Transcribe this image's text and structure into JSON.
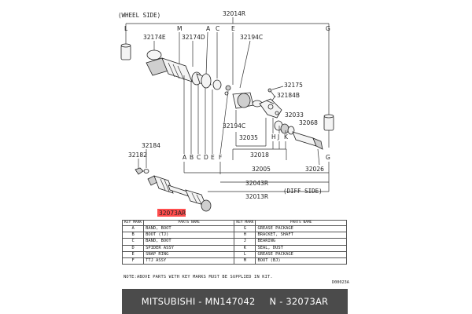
{
  "diagram": {
    "wheel_side": "(WHEEL SIDE)",
    "diff_side": "(DIFF SIDE)",
    "code": "D00023A",
    "part_numbers": {
      "p32014R": "32014R",
      "p32174E": "32174E",
      "p32174D": "32174D",
      "p32194C_top": "32194C",
      "p32194C_mid": "32194C",
      "p32175": "32175",
      "p32184B": "32184B",
      "p32033": "32033",
      "p32068": "32068",
      "p32035": "32035",
      "p32018": "32018",
      "p32005": "32005",
      "p32026": "32026",
      "p32043R": "32043R",
      "p32013R": "32013R",
      "p32184": "32184",
      "p32182": "32182",
      "p32073AR": "32073AR"
    },
    "key_letters": {
      "top_L": "L",
      "top_M": "M",
      "top_A": "A",
      "top_C": "C",
      "top_E": "E",
      "top_G": "G",
      "mid_H": "H",
      "mid_J": "J",
      "mid_K": "K",
      "bot_A": "A",
      "bot_B": "B",
      "bot_C": "C",
      "bot_D": "D",
      "bot_E": "E",
      "bot_F": "F",
      "bot_G": "G"
    },
    "highlight_color": "#ff4d4d"
  },
  "table": {
    "headers": [
      "KEY MARK",
      "PARTS NAME",
      "KEY MARK",
      "PARTS NAME"
    ],
    "rows": [
      {
        "k1": "A",
        "n1": "BAND, BOOT",
        "k2": "G",
        "n2": "GREASE PACKAGE"
      },
      {
        "k1": "B",
        "n1": "BOOT (TJ)",
        "k2": "H",
        "n2": "BRACKET, SHAFT"
      },
      {
        "k1": "C",
        "n1": "BAND, BOOT",
        "k2": "J",
        "n2": "BEARING"
      },
      {
        "k1": "D",
        "n1": "SPIDER ASSY",
        "k2": "K",
        "n2": "SEAL, DUST"
      },
      {
        "k1": "E",
        "n1": "SNAP RING",
        "k2": "L",
        "n2": "GREASE PACKAGE"
      },
      {
        "k1": "F",
        "n1": "TTJ ASSY",
        "k2": "M",
        "n2": "BOOT (BJ)"
      }
    ],
    "note": "NOTE:ABOVE PARTS WITH KEY MARKS MUST BE SUPPLIED IN KIT."
  },
  "caption": {
    "brand": "MITSUBISHI",
    "dash": "-",
    "part_number": "MN147042",
    "suffix": "N - 32073AR"
  }
}
